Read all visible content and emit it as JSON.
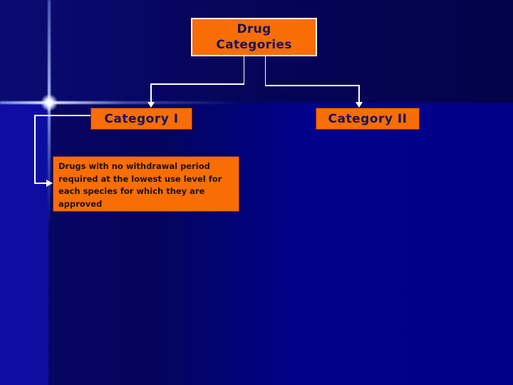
{
  "slide": {
    "diagram": {
      "root": {
        "line1": "Drug",
        "line2": "Categories"
      },
      "children": [
        {
          "label": "Category I"
        },
        {
          "label": "Category II"
        }
      ],
      "note": {
        "lines": [
          "Drugs with no withdrawal period",
          "required at the lowest use level for",
          "each species for which they are",
          "approved"
        ]
      }
    },
    "colors": {
      "box_fill": "#f96d05",
      "box_border": "#7c2612",
      "title_border": "#ffffff",
      "heading_text": "#15155e",
      "note_text": "#1a1212",
      "connector": "#ffffff",
      "background_top": "#05055a",
      "background_bottom": "#0d0da0"
    }
  }
}
